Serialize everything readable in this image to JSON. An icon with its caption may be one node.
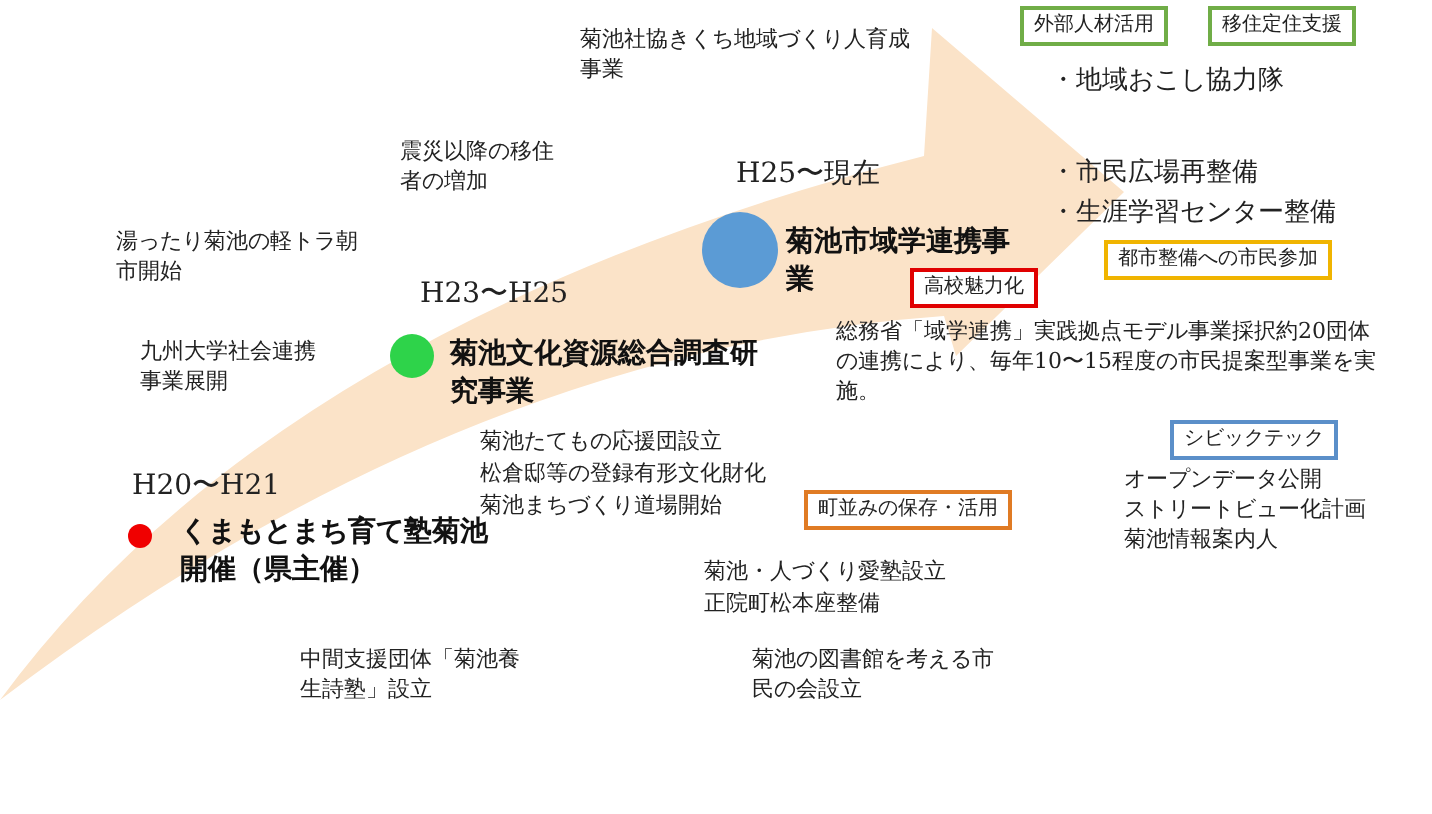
{
  "diagram": {
    "nodes": [
      {
        "text": [
          "外部人材活用"
        ]
      },
      {
        "text": [
          "移住定住支援"
        ]
      },
      {
        "text": [
          "都市整備への市民参加"
        ]
      },
      {
        "text": [
          "高校魅力化"
        ]
      },
      {
        "text": [
          "シビックテック"
        ]
      },
      {
        "text": [
          "町並みの保存・活用"
        ]
      }
    ],
    "labels": [
      "菊池社協きくち地域づくり人育成事業",
      "・地域おこし協力隊",
      "震災以降の移住者の増加",
      "H25〜現在",
      "・市民広場再整備",
      "・生涯学習センター整備",
      "湯ったり菊池の軽トラ朝市開始",
      "菊池市域学連携事業",
      "H23〜H25",
      "九州大学社会連携事業展開",
      "菊池文化資源総合調査研究事業",
      "総務省「域学連携」実践拠点モデル事業採択約20団体の連携により、毎年10〜15程度の市民提案型事業を実施。",
      "菊池たてもの応援団設立",
      "松倉邸等の登録有形文化財化",
      "菊池まちづくり道場開始",
      "オープンデータ公開",
      "ストリートビュー化計画",
      "菊池情報案内人",
      "H20〜H21",
      "くまもとまち育て塾菊池開催（県主催）",
      "菊池・人づくり愛塾設立",
      "正院町松本座整備",
      "中間支援団体「菊池養生詩塾」設立",
      "菊池の図書館を考える市民の会設立"
    ]
  }
}
